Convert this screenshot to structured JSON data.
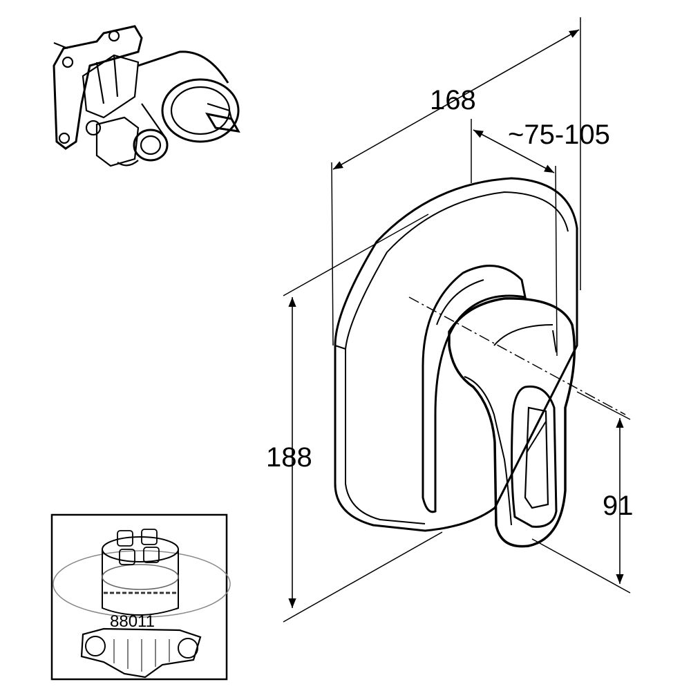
{
  "dimensions": {
    "width_label": "168",
    "projection_label": "~75-105",
    "height_label": "188",
    "axis_height_label": "91"
  },
  "inset": {
    "part_number": "88011"
  }
}
